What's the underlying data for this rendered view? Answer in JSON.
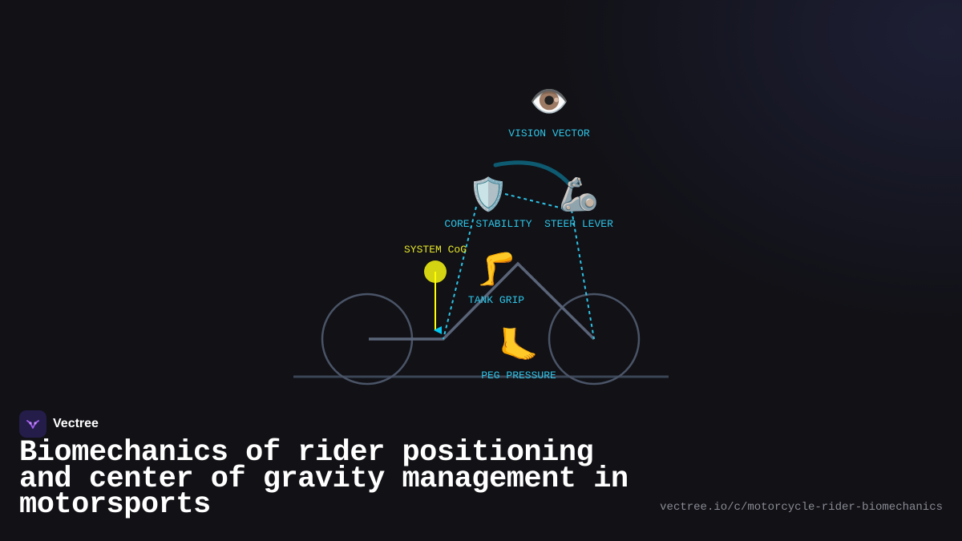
{
  "colors": {
    "background": "#111116",
    "frame": "#5a6478",
    "ground": "#3a4556",
    "accent_cyan": "#2ec4e6",
    "cog_yellow": "#d4d413",
    "vision_arc": "#0e5a70",
    "title": "#ffffff",
    "url": "#8a8a94",
    "logo_bg": "#241d4a",
    "logo_mark": "#a35cf0"
  },
  "diagram": {
    "nodes": [
      {
        "id": "vision",
        "icon": "eye-icon",
        "glyph": "👁️",
        "label": "VISION VECTOR"
      },
      {
        "id": "core",
        "icon": "shield-icon",
        "glyph": "🛡️",
        "label": "CORE STABILITY"
      },
      {
        "id": "steer",
        "icon": "mechanical-arm-icon",
        "glyph": "🦾",
        "label": "STEER LEVER"
      },
      {
        "id": "tank",
        "icon": "leg-icon",
        "glyph": "🦵",
        "label": "TANK GRIP"
      },
      {
        "id": "peg",
        "icon": "foot-icon",
        "glyph": "🦶",
        "label": "PEG PRESSURE"
      }
    ],
    "cog_label": "SYSTEM CoG"
  },
  "brand": {
    "icon": "vectree-logo-icon",
    "name": "Vectree"
  },
  "title": "Biomechanics of rider positioning and center of gravity management in motorsports",
  "url": "vectree.io/c/motorcycle-rider-biomechanics"
}
